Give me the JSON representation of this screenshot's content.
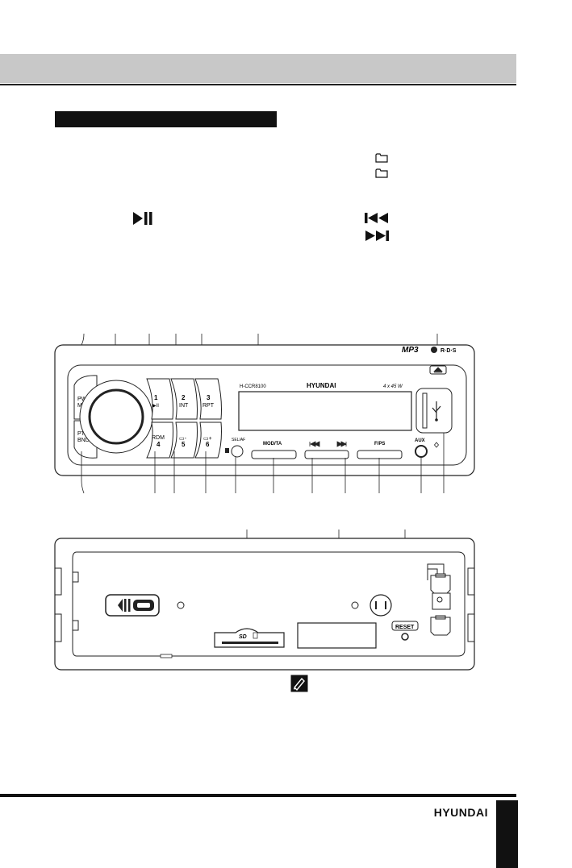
{
  "front_panel": {
    "btn_pwr": "PWR",
    "btn_mut": "MUT",
    "btn_pty": "PTY",
    "btn_bnd": "BND",
    "btn_1": "1",
    "btn_1_sym": "▶II",
    "btn_2": "2",
    "btn_2_sub": "INT",
    "btn_3": "3",
    "btn_3_sub": "RPT",
    "btn_4_top": "RDM",
    "btn_4": "4",
    "btn_5": "5",
    "btn_6": "6",
    "model": "H-CCR8100",
    "brand": "HYUNDAI",
    "power": "4 x 45 W",
    "mp3": "MP3",
    "rds": "R·D·S",
    "sel_af": "SEL/AF",
    "mod_ta": "MOD/TA",
    "f_ps": "F/PS",
    "aux": "AUX"
  },
  "rear_panel": {
    "sd_label": "SD",
    "reset_label": "RESET"
  },
  "footer": {
    "brand": "HYUNDAI"
  }
}
